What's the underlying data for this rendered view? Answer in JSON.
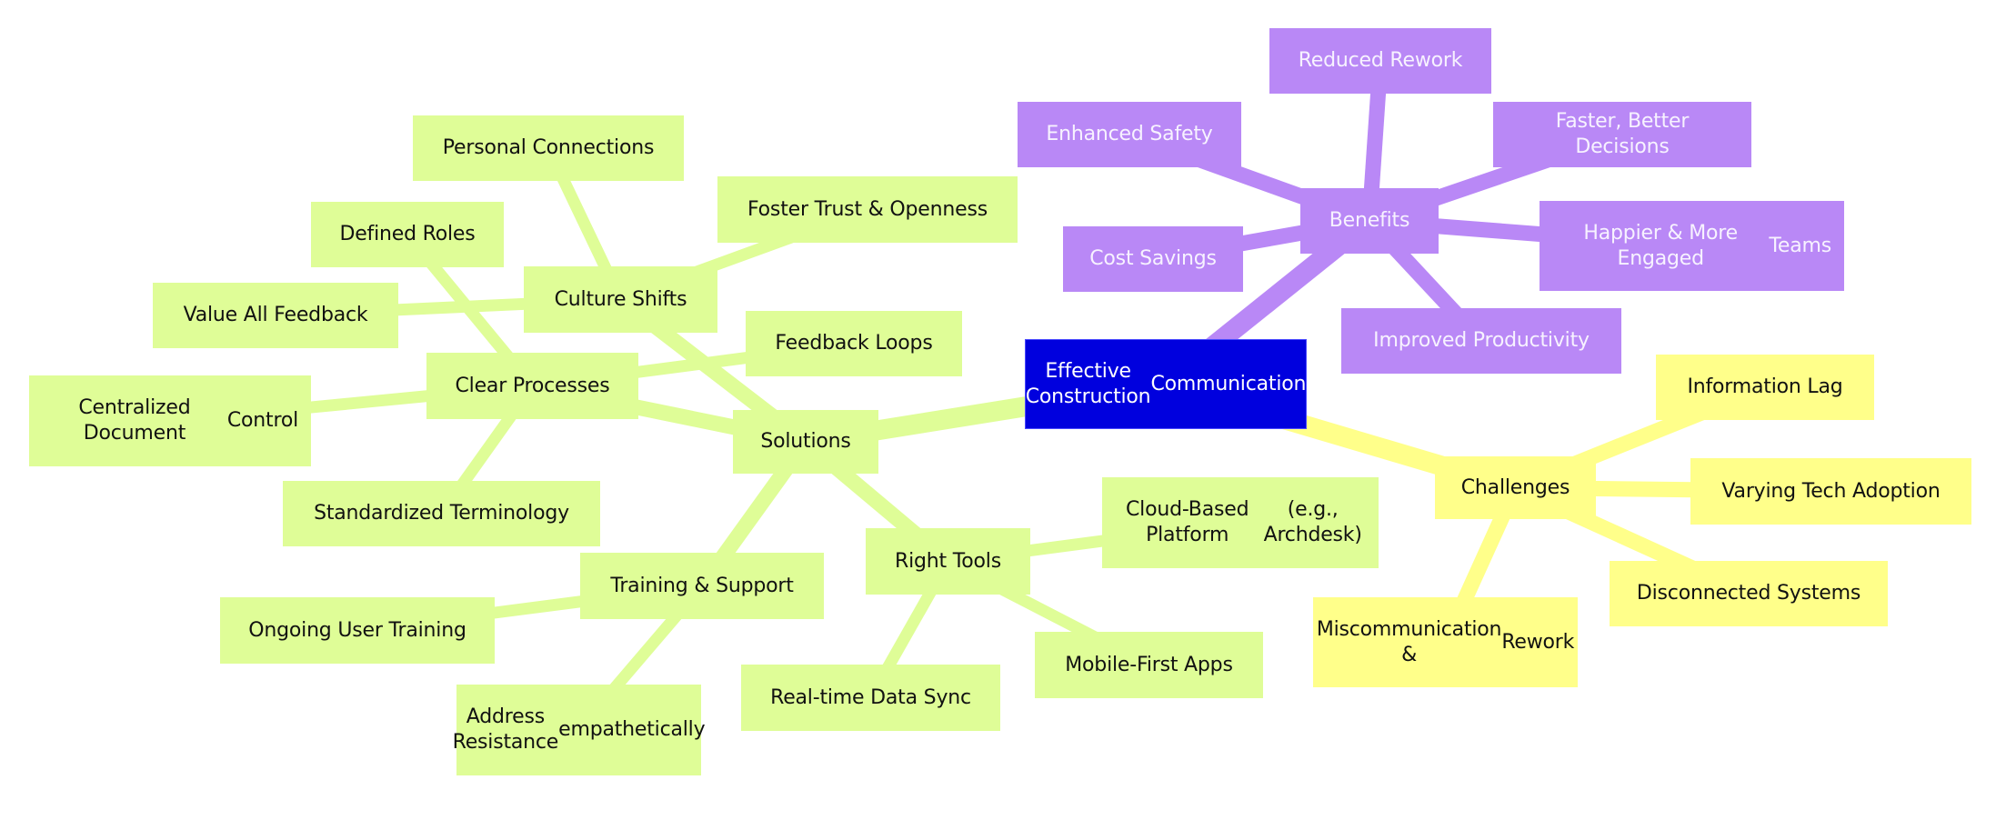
{
  "title": "Effective Construction Communication",
  "colors": {
    "root": "#0000de",
    "solutions": "#dffd97",
    "benefits": "#b988f6",
    "challenges": "#ffff8a"
  },
  "root": {
    "label": "Effective Construction Communication",
    "lines": [
      "Effective Construction",
      "Communication"
    ]
  },
  "branches": {
    "benefits": {
      "label": "Benefits",
      "children": [
        {
          "lines": [
            "Reduced Rework"
          ]
        },
        {
          "lines": [
            "Enhanced Safety"
          ]
        },
        {
          "lines": [
            "Faster, Better Decisions"
          ]
        },
        {
          "lines": [
            "Cost Savings"
          ]
        },
        {
          "lines": [
            "Happier & More Engaged",
            "Teams"
          ]
        },
        {
          "lines": [
            "Improved Productivity"
          ]
        }
      ]
    },
    "challenges": {
      "label": "Challenges",
      "children": [
        {
          "lines": [
            "Information Lag"
          ]
        },
        {
          "lines": [
            "Varying Tech Adoption"
          ]
        },
        {
          "lines": [
            "Disconnected Systems"
          ]
        },
        {
          "lines": [
            "Miscommunication &",
            "Rework"
          ]
        }
      ]
    },
    "solutions": {
      "label": "Solutions",
      "children": [
        {
          "label": "Culture Shifts",
          "children": [
            {
              "lines": [
                "Personal Connections"
              ]
            },
            {
              "lines": [
                "Foster Trust & Openness"
              ]
            },
            {
              "lines": [
                "Value All Feedback"
              ]
            }
          ]
        },
        {
          "label": "Clear Processes",
          "children": [
            {
              "lines": [
                "Defined Roles"
              ]
            },
            {
              "lines": [
                "Feedback Loops"
              ]
            },
            {
              "lines": [
                "Centralized Document",
                "Control"
              ]
            },
            {
              "lines": [
                "Standardized Terminology"
              ]
            }
          ]
        },
        {
          "label": "Right Tools",
          "children": [
            {
              "lines": [
                "Cloud-Based Platform",
                "(e.g., Archdesk)"
              ]
            },
            {
              "lines": [
                "Mobile-First Apps"
              ]
            },
            {
              "lines": [
                "Real-time Data Sync"
              ]
            }
          ]
        },
        {
          "label": "Training & Support",
          "children": [
            {
              "lines": [
                "Ongoing User Training"
              ]
            },
            {
              "lines": [
                "Address Resistance",
                "empathetically"
              ]
            }
          ]
        }
      ]
    }
  }
}
